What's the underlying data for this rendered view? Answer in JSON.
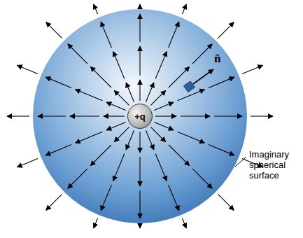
{
  "diagram": {
    "nodes": [
      {
        "text": [
          "+q"
        ]
      }
    ],
    "labels": [
      "n̂",
      "Imaginary spherical surface"
    ]
  }
}
